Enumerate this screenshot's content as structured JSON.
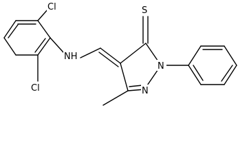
{
  "atoms": {
    "cl_top": "Cl",
    "cl_bottom": "Cl",
    "amine": "NH",
    "sulfur": "S",
    "n1": "N",
    "n2": "N"
  }
}
